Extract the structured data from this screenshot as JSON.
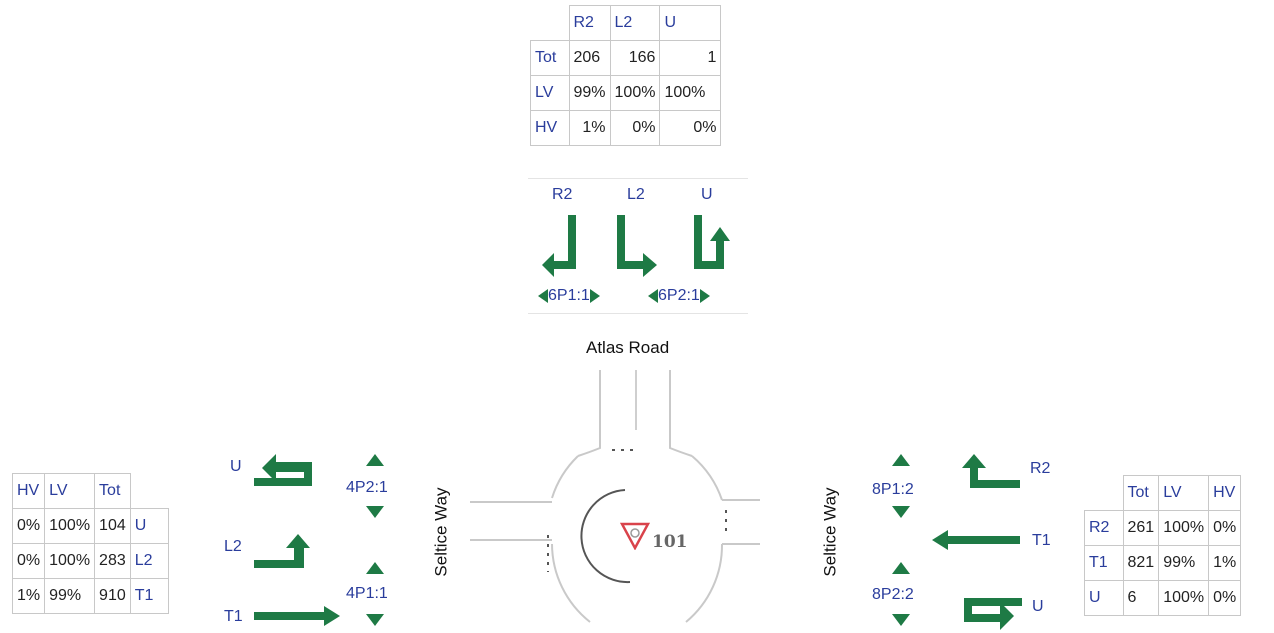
{
  "north": {
    "road_name": "Atlas Road",
    "table": {
      "columns": [
        "R2",
        "L2",
        "U"
      ],
      "rows": [
        {
          "label": "Tot",
          "values": [
            "206",
            "166",
            "1"
          ]
        },
        {
          "label": "LV",
          "values": [
            "99%",
            "100%",
            "100%"
          ]
        },
        {
          "label": "HV",
          "values": [
            "1%",
            "0%",
            "0%"
          ]
        }
      ]
    },
    "movements": [
      "R2",
      "L2",
      "U"
    ],
    "crossings": [
      "6P1:1",
      "6P2:1"
    ]
  },
  "west": {
    "road_name": "Seltice Way",
    "table": {
      "columns": [
        "HV",
        "LV",
        "Tot"
      ],
      "rows": [
        {
          "label": "U",
          "values": [
            "0%",
            "100%",
            "104"
          ]
        },
        {
          "label": "L2",
          "values": [
            "0%",
            "100%",
            "283"
          ]
        },
        {
          "label": "T1",
          "values": [
            "1%",
            "99%",
            "910"
          ]
        }
      ]
    },
    "movements": [
      "U",
      "L2",
      "T1"
    ],
    "crossings": [
      "4P2:1",
      "4P1:1"
    ]
  },
  "east": {
    "road_name": "Seltice Way",
    "table": {
      "columns": [
        "Tot",
        "LV",
        "HV"
      ],
      "rows": [
        {
          "label": "R2",
          "values": [
            "261",
            "100%",
            "0%"
          ]
        },
        {
          "label": "T1",
          "values": [
            "821",
            "99%",
            "1%"
          ]
        },
        {
          "label": "U",
          "values": [
            "6",
            "100%",
            "0%"
          ]
        }
      ]
    },
    "movements": [
      "R2",
      "T1",
      "U"
    ],
    "crossings": [
      "8P1:2",
      "8P2:2"
    ]
  },
  "roundabout": {
    "site_id": "101",
    "control_icon": "yield-triangle-icon",
    "colors": {
      "arrow": "#1e7a45",
      "label": "#2a3d9c",
      "yield": "#d9434b"
    }
  }
}
